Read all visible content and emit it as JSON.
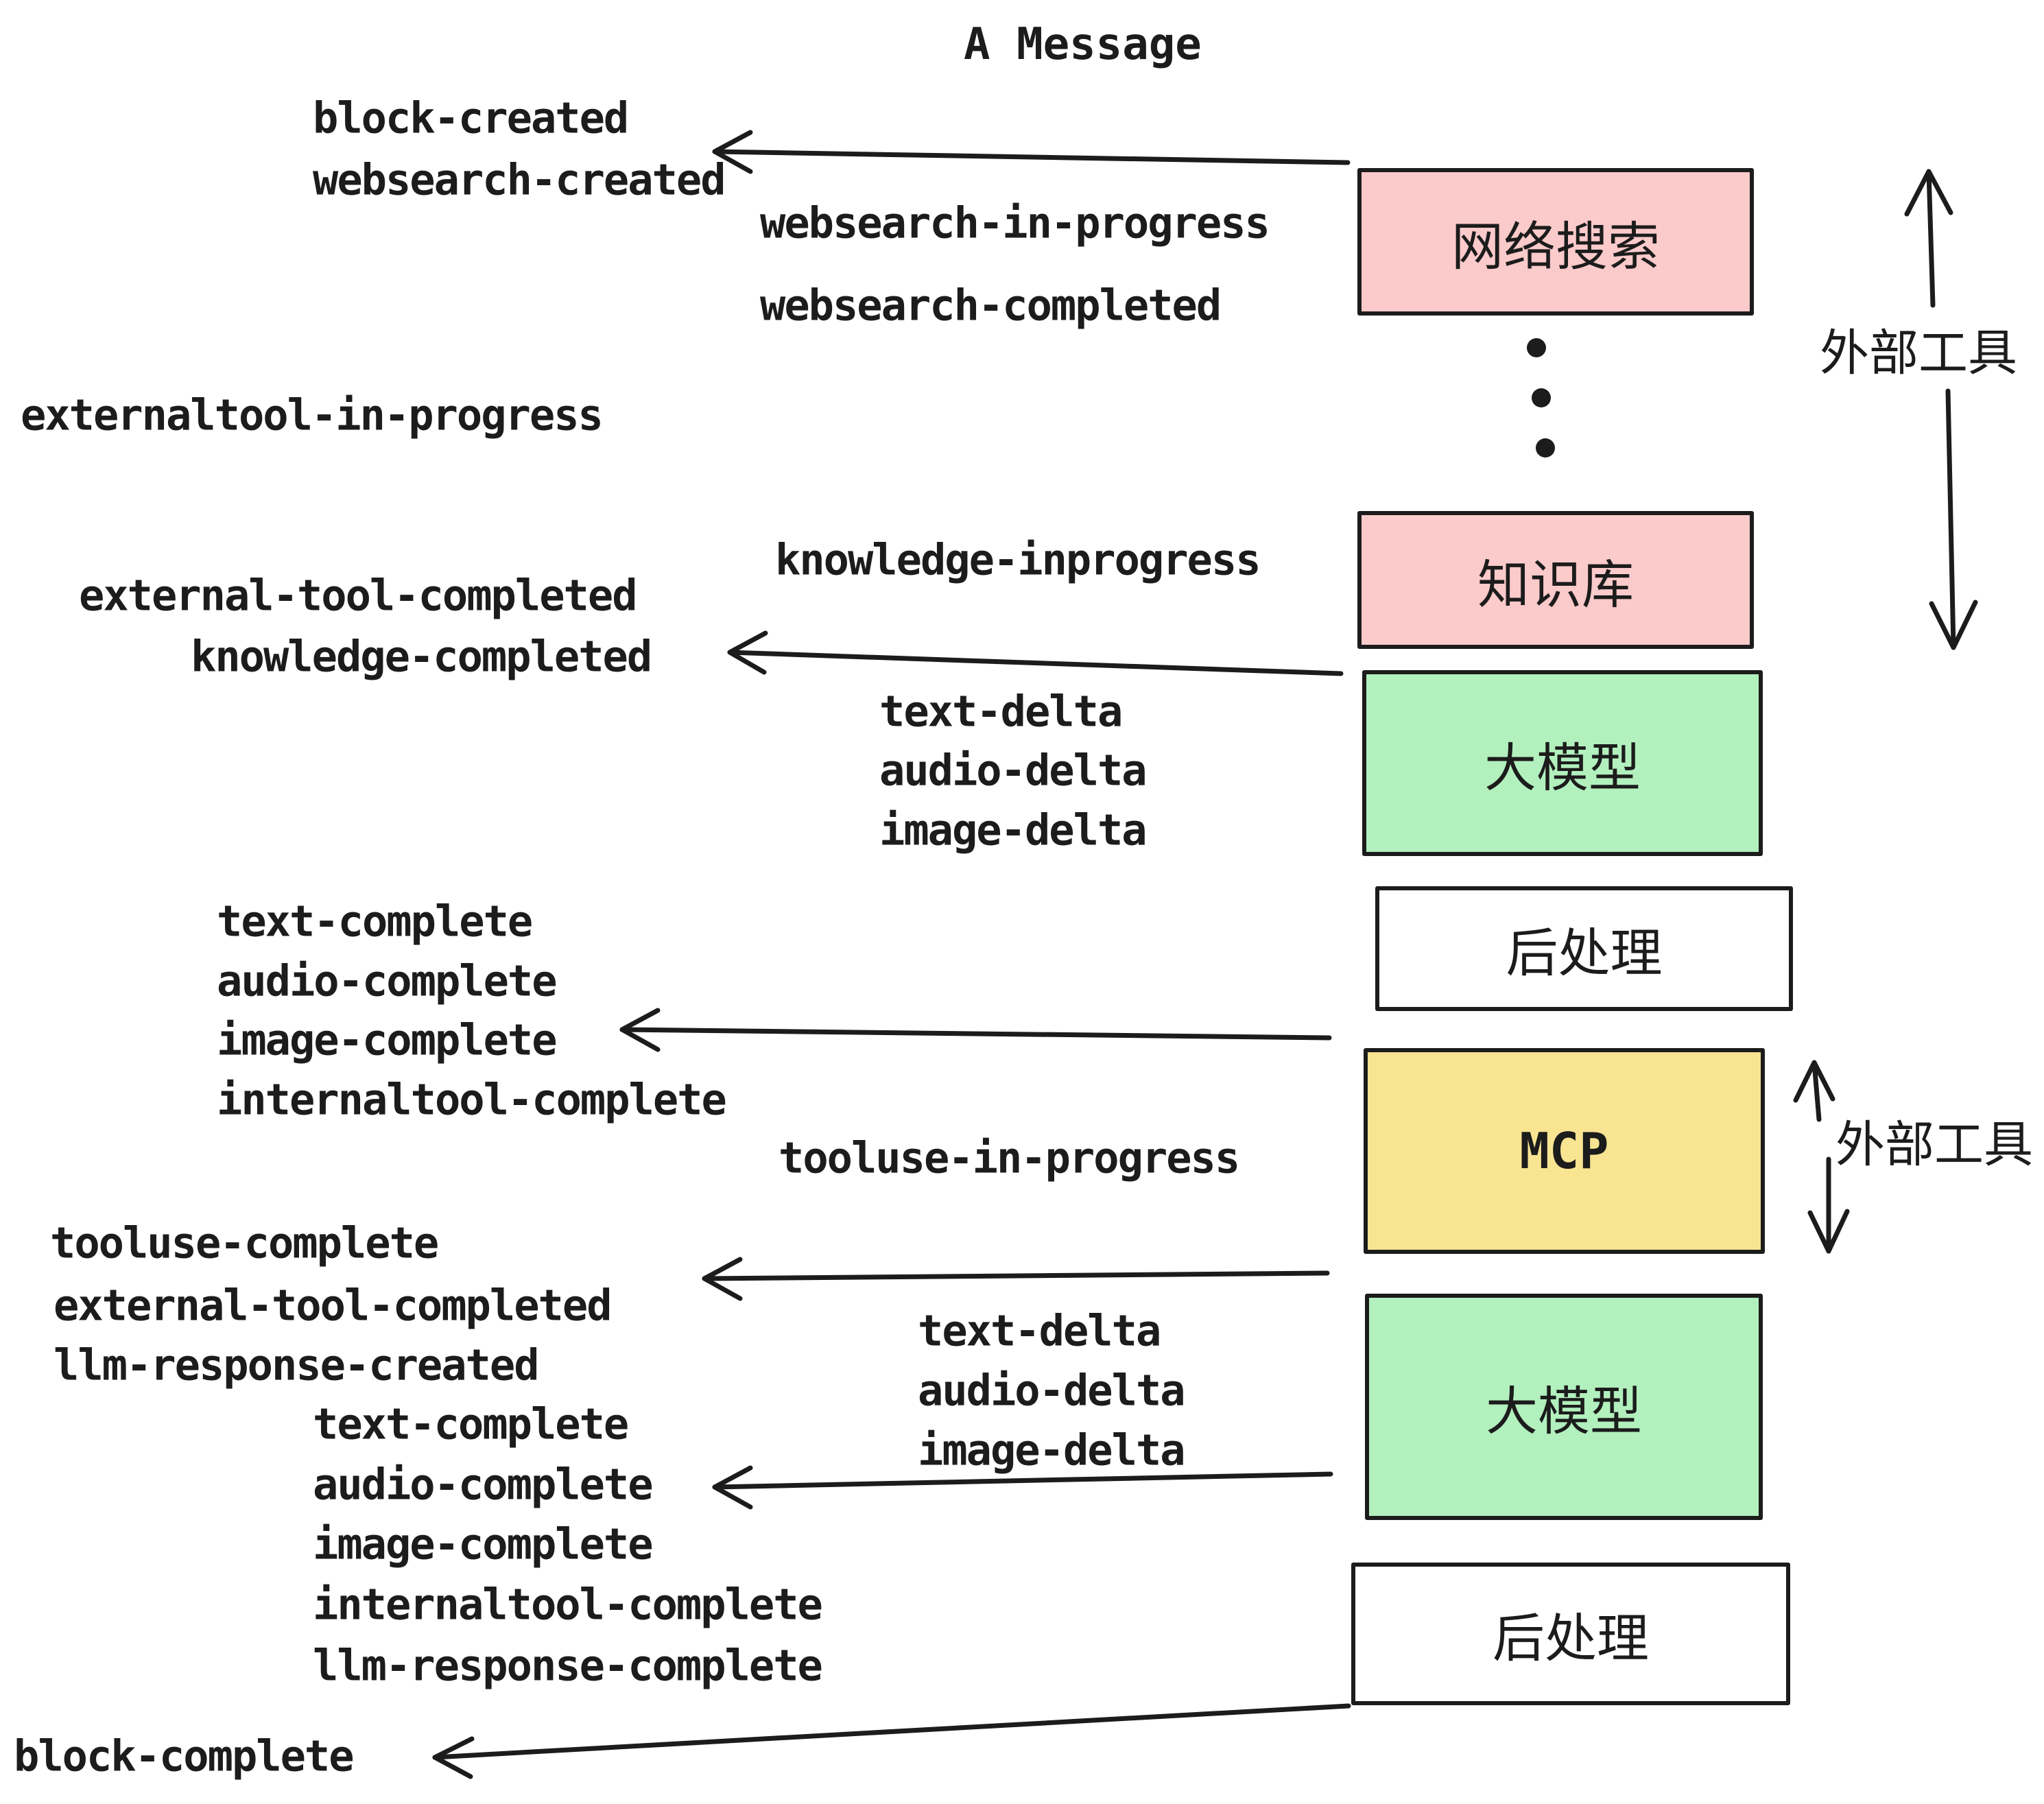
{
  "diagram": {
    "title": "A Message",
    "events": {
      "block_created": "block-created",
      "websearch_created": "websearch-created",
      "websearch_in_progress": "websearch-in-progress",
      "websearch_completed": "websearch-completed",
      "externaltool_in_progress": "externaltool-in-progress",
      "knowledge_inprogress": "knowledge-inprogress",
      "external_tool_completed": "external-tool-completed",
      "knowledge_completed": "knowledge-completed",
      "text_delta": "text-delta",
      "audio_delta": "audio-delta",
      "image_delta": "image-delta",
      "text_complete": "text-complete",
      "audio_complete": "audio-complete",
      "image_complete": "image-complete",
      "internaltool_complete": "internaltool-complete",
      "tooluse_in_progress": "tooluse-in-progress",
      "tooluse_complete": "tooluse-complete",
      "llm_response_created": "llm-response-created",
      "llm_response_complete": "llm-response-complete",
      "block_complete": "block-complete"
    },
    "boxes": {
      "websearch": {
        "label": "网络搜索",
        "color": "#FBCACA"
      },
      "knowledge": {
        "label": "知识库",
        "color": "#FBCACA"
      },
      "llm": {
        "label": "大模型",
        "color": "#B2F0BE"
      },
      "postprocess": {
        "label": "后处理",
        "color": "#FFFFFF"
      },
      "mcp": {
        "label": "MCP",
        "color": "#F9E491"
      }
    },
    "annotations": {
      "external_tools": "外部工具"
    },
    "colors": {
      "background": "#FFFFFF",
      "ink": "#1C1C1C",
      "pink": "#FBCACA",
      "green": "#B2F0BE",
      "yellow": "#F9E491",
      "white": "#FFFFFF"
    }
  }
}
